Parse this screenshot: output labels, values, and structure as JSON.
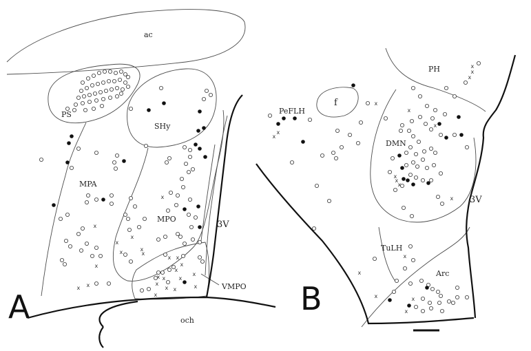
{
  "panels": [
    {
      "id": "A",
      "letter": "A",
      "labels": {
        "ac": "ac",
        "PS": "PS",
        "SHy": "SHy",
        "MPA": "MPA",
        "MPO": "MPO",
        "3V": "3V",
        "VMPO": "VMPO",
        "och": "och"
      }
    },
    {
      "id": "B",
      "letter": "B",
      "labels": {
        "PH": "PH",
        "f": "f",
        "PeFLH": "PeFLH",
        "DMN": "DMN",
        "3V": "3V",
        "TuLH": "TuLH",
        "Arc": "Arc"
      }
    }
  ],
  "marker_types": [
    "open-circle",
    "filled-circle",
    "cross"
  ],
  "scale_bar": true
}
